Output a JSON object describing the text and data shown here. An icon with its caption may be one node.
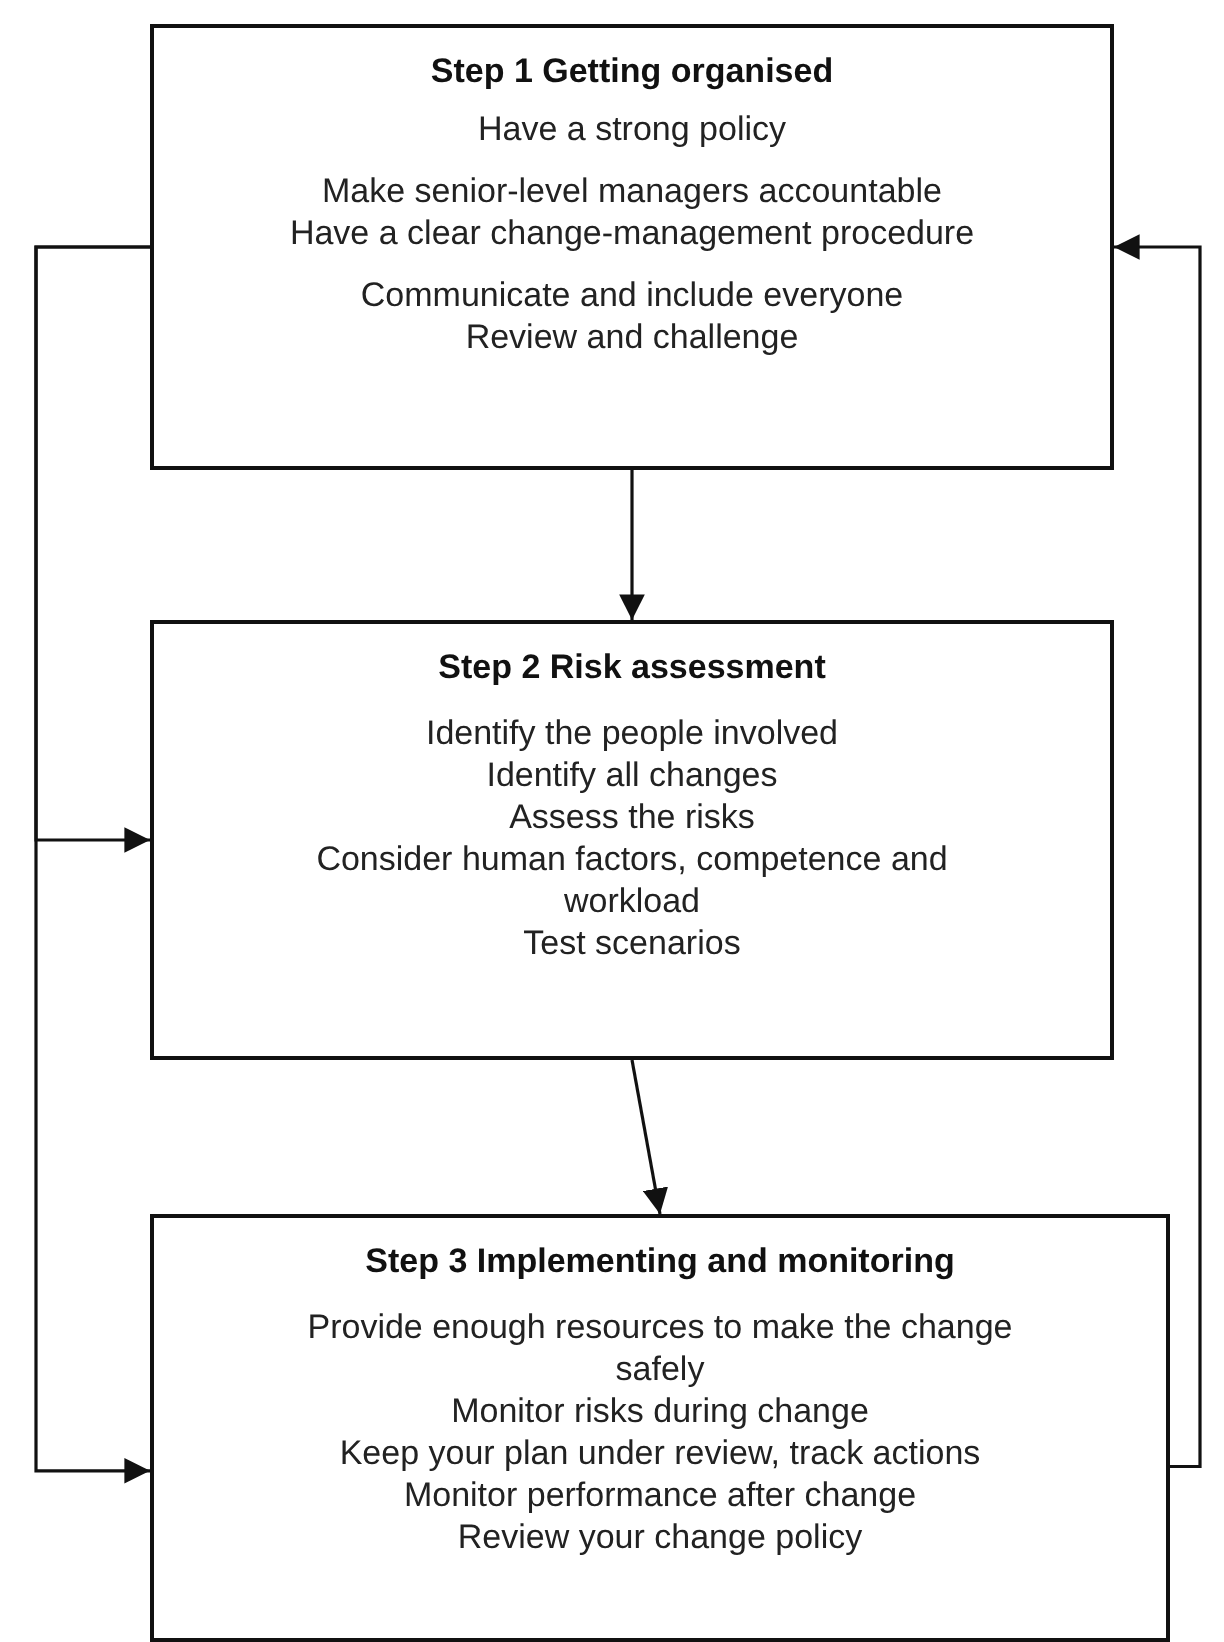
{
  "diagram": {
    "nodes": [
      {
        "text": [
          "Step 1 Getting organised",
          "Have a strong policy",
          "Make senior-level managers accountable",
          "Have a clear change-management procedure",
          "Communicate and include everyone",
          "Review and challenge"
        ]
      },
      {
        "text": [
          "Step 2 Risk assessment",
          "Identify the people involved",
          "Identify all changes",
          "Assess the risks",
          "Consider human factors, competence and workload",
          "Test scenarios"
        ]
      },
      {
        "text": [
          "Step 3 Implementing and monitoring",
          "Provide enough resources to make the change safely",
          "Monitor risks during change",
          "Keep your plan under review, track actions",
          "Monitor performance after change",
          "Review your change policy"
        ]
      }
    ],
    "edges": [
      {
        "from": 0,
        "to": 1,
        "arrow": "to"
      },
      {
        "from": 1,
        "to": 2,
        "arrow": "to"
      },
      {
        "from": 0,
        "to": 1,
        "arrow": "to"
      },
      {
        "from": 0,
        "to": 2,
        "arrow": "to"
      },
      {
        "from": 2,
        "to": 0,
        "arrow": "to"
      }
    ]
  }
}
